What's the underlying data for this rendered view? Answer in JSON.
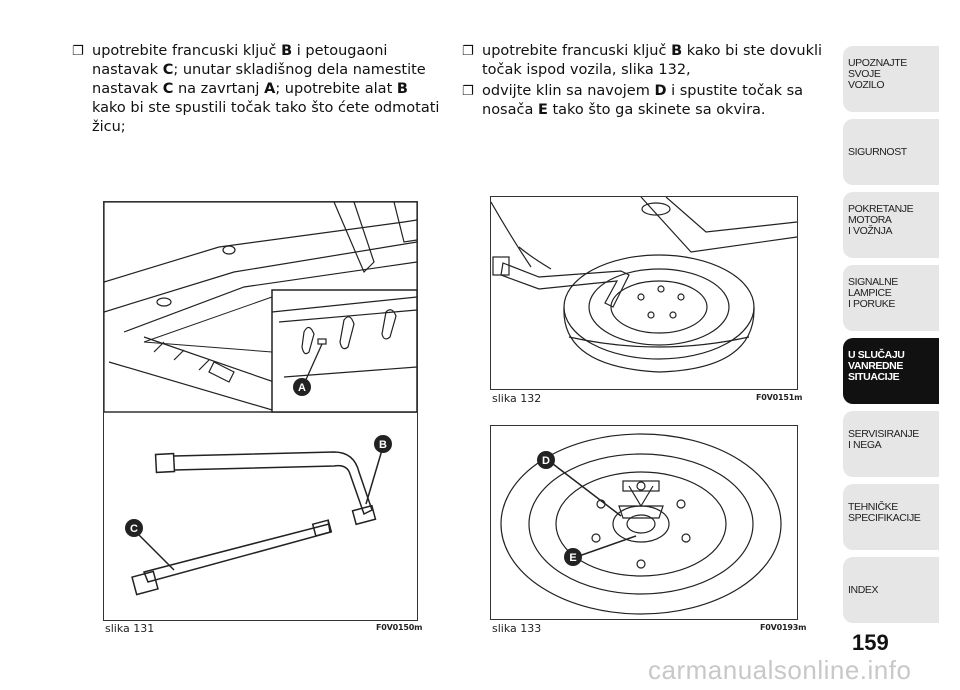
{
  "left_column": {
    "bullet": {
      "p1": "upotrebite francuski ključ ",
      "k1": "B",
      "p2": " i petougaoni nastavak ",
      "k2": "C",
      "p3": "; unutar skladišnog dela namestite nastavak ",
      "k3": "C",
      "p4": " na zavrtanj ",
      "k4": "A",
      "p5": "; upotrebite alat ",
      "k5": "B",
      "p6": " kako bi ste spustili točak tako što ćete odmotati žicu;"
    }
  },
  "right_column": {
    "bullet1": {
      "p1": "upotrebite francuski ključ ",
      "k1": "B",
      "p2": " kako bi ste dovukli točak ispod vozila, slika 132,"
    },
    "bullet2": {
      "p1": "odvijte klin sa navojem ",
      "k1": "D",
      "p2": " i spustite točak sa nosača ",
      "k2": "E",
      "p3": " tako što ga skinete sa okvira."
    }
  },
  "figures": {
    "fig131": {
      "caption": "slika 131",
      "code": "F0V0150m",
      "labels": {
        "a": "A",
        "b": "B",
        "c": "C"
      }
    },
    "fig132": {
      "caption": "slika 132",
      "code": "F0V0151m"
    },
    "fig133": {
      "caption": "slika 133",
      "code": "F0V0193m",
      "labels": {
        "d": "D",
        "e": "E"
      }
    }
  },
  "sidebar": {
    "tabs": [
      {
        "lines": [
          "UPOZNAJTE",
          "SVOJE",
          "VOZILO"
        ]
      },
      {
        "lines": [
          "SIGURNOST"
        ]
      },
      {
        "lines": [
          "POKRETANJE",
          "MOTORA",
          "I VOŽNJA"
        ]
      },
      {
        "lines": [
          "SIGNALNE",
          "LAMPICE",
          "I PORUKE"
        ]
      },
      {
        "lines": [
          "U SLUČAJU",
          "VANREDNE",
          "SITUACIJE"
        ]
      },
      {
        "lines": [
          "SERVISIRANJE",
          "I NEGA"
        ]
      },
      {
        "lines": [
          "TEHNIČKE",
          "SPECIFIKACIJE"
        ]
      },
      {
        "lines": [
          "INDEX"
        ]
      }
    ],
    "active_index": 4
  },
  "page_number": "159",
  "watermark": "carmanualsonline.info",
  "bullet_icon": "checkbox-square-icon"
}
